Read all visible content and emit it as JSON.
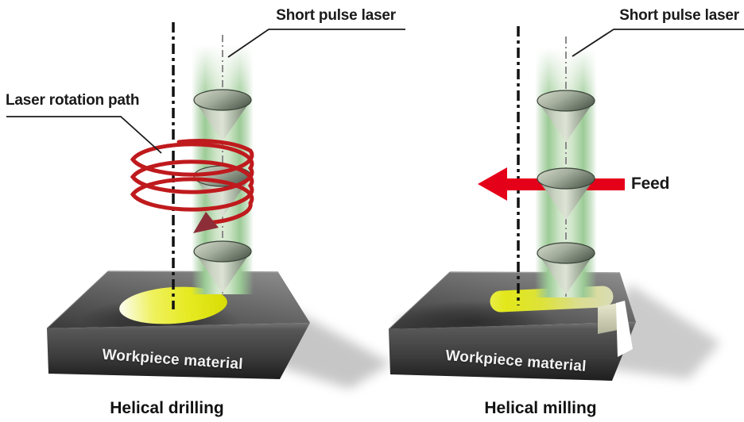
{
  "diagram": {
    "left_panel": {
      "laser_label": "Short pulse laser",
      "rotation_path_label": "Laser rotation path",
      "workpiece_label": "Workpiece material",
      "caption": "Helical drilling"
    },
    "right_panel": {
      "laser_label": "Short pulse laser",
      "feed_label": "Feed",
      "workpiece_label": "Workpiece material",
      "caption": "Helical milling"
    },
    "colors": {
      "laser_beam_green": "#9ccb96",
      "feed_arrow_red": "#e50019",
      "rotation_path_red": "#bf1a1d",
      "hole_yellow": "#e3e716",
      "workpiece_gray": "#3f3f3f",
      "text_black": "#1a1a1a"
    }
  }
}
